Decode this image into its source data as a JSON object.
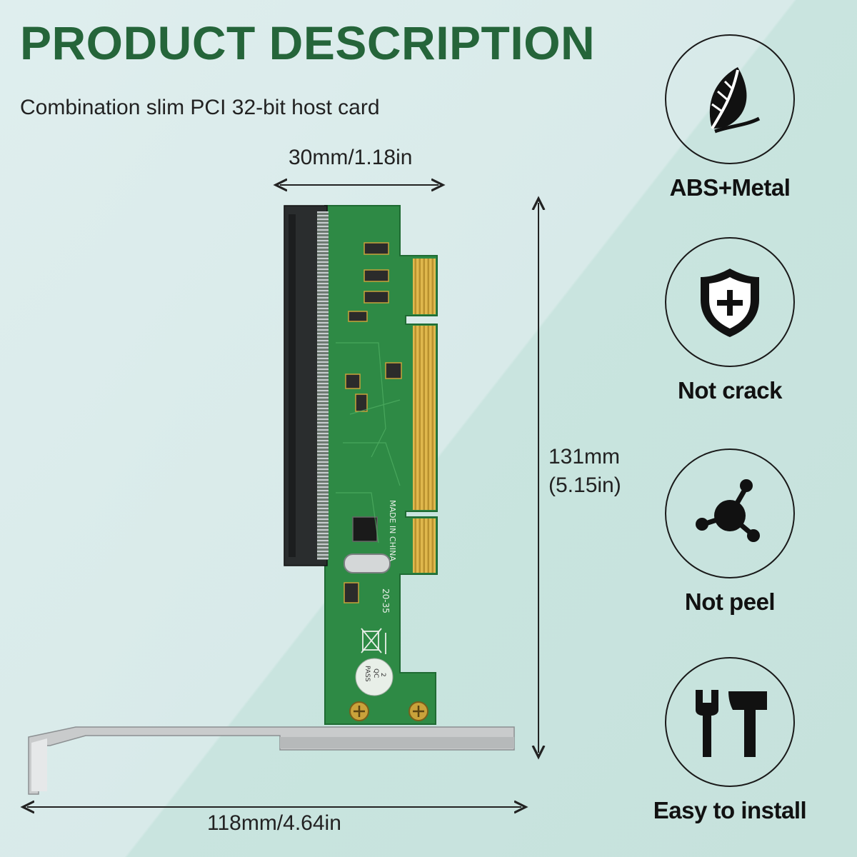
{
  "heading": {
    "title": "PRODUCT DESCRIPTION",
    "subtitle": "Combination slim PCI 32-bit host card"
  },
  "dimensions": {
    "width_label": "30mm/1.18in",
    "height_label_line1": "131mm",
    "height_label_line2": "(5.15in)",
    "length_label": "118mm/4.64in"
  },
  "board_markings": {
    "made_in": "MADE IN CHINA",
    "pass": "PASS",
    "qc": "QC",
    "qc_num": "2",
    "code": "20-35"
  },
  "features": [
    {
      "label": "ABS+Metal",
      "icon": "leaf-icon"
    },
    {
      "label": "Not crack",
      "icon": "shield-plus-icon"
    },
    {
      "label": "Not peel",
      "icon": "molecule-icon"
    },
    {
      "label": "Easy to install",
      "icon": "tools-icon"
    }
  ],
  "colors": {
    "title_green": "#25653a",
    "pcb_green": "#2e8a45",
    "gold": "#c9a23a",
    "bracket": "#c9cbcc"
  }
}
